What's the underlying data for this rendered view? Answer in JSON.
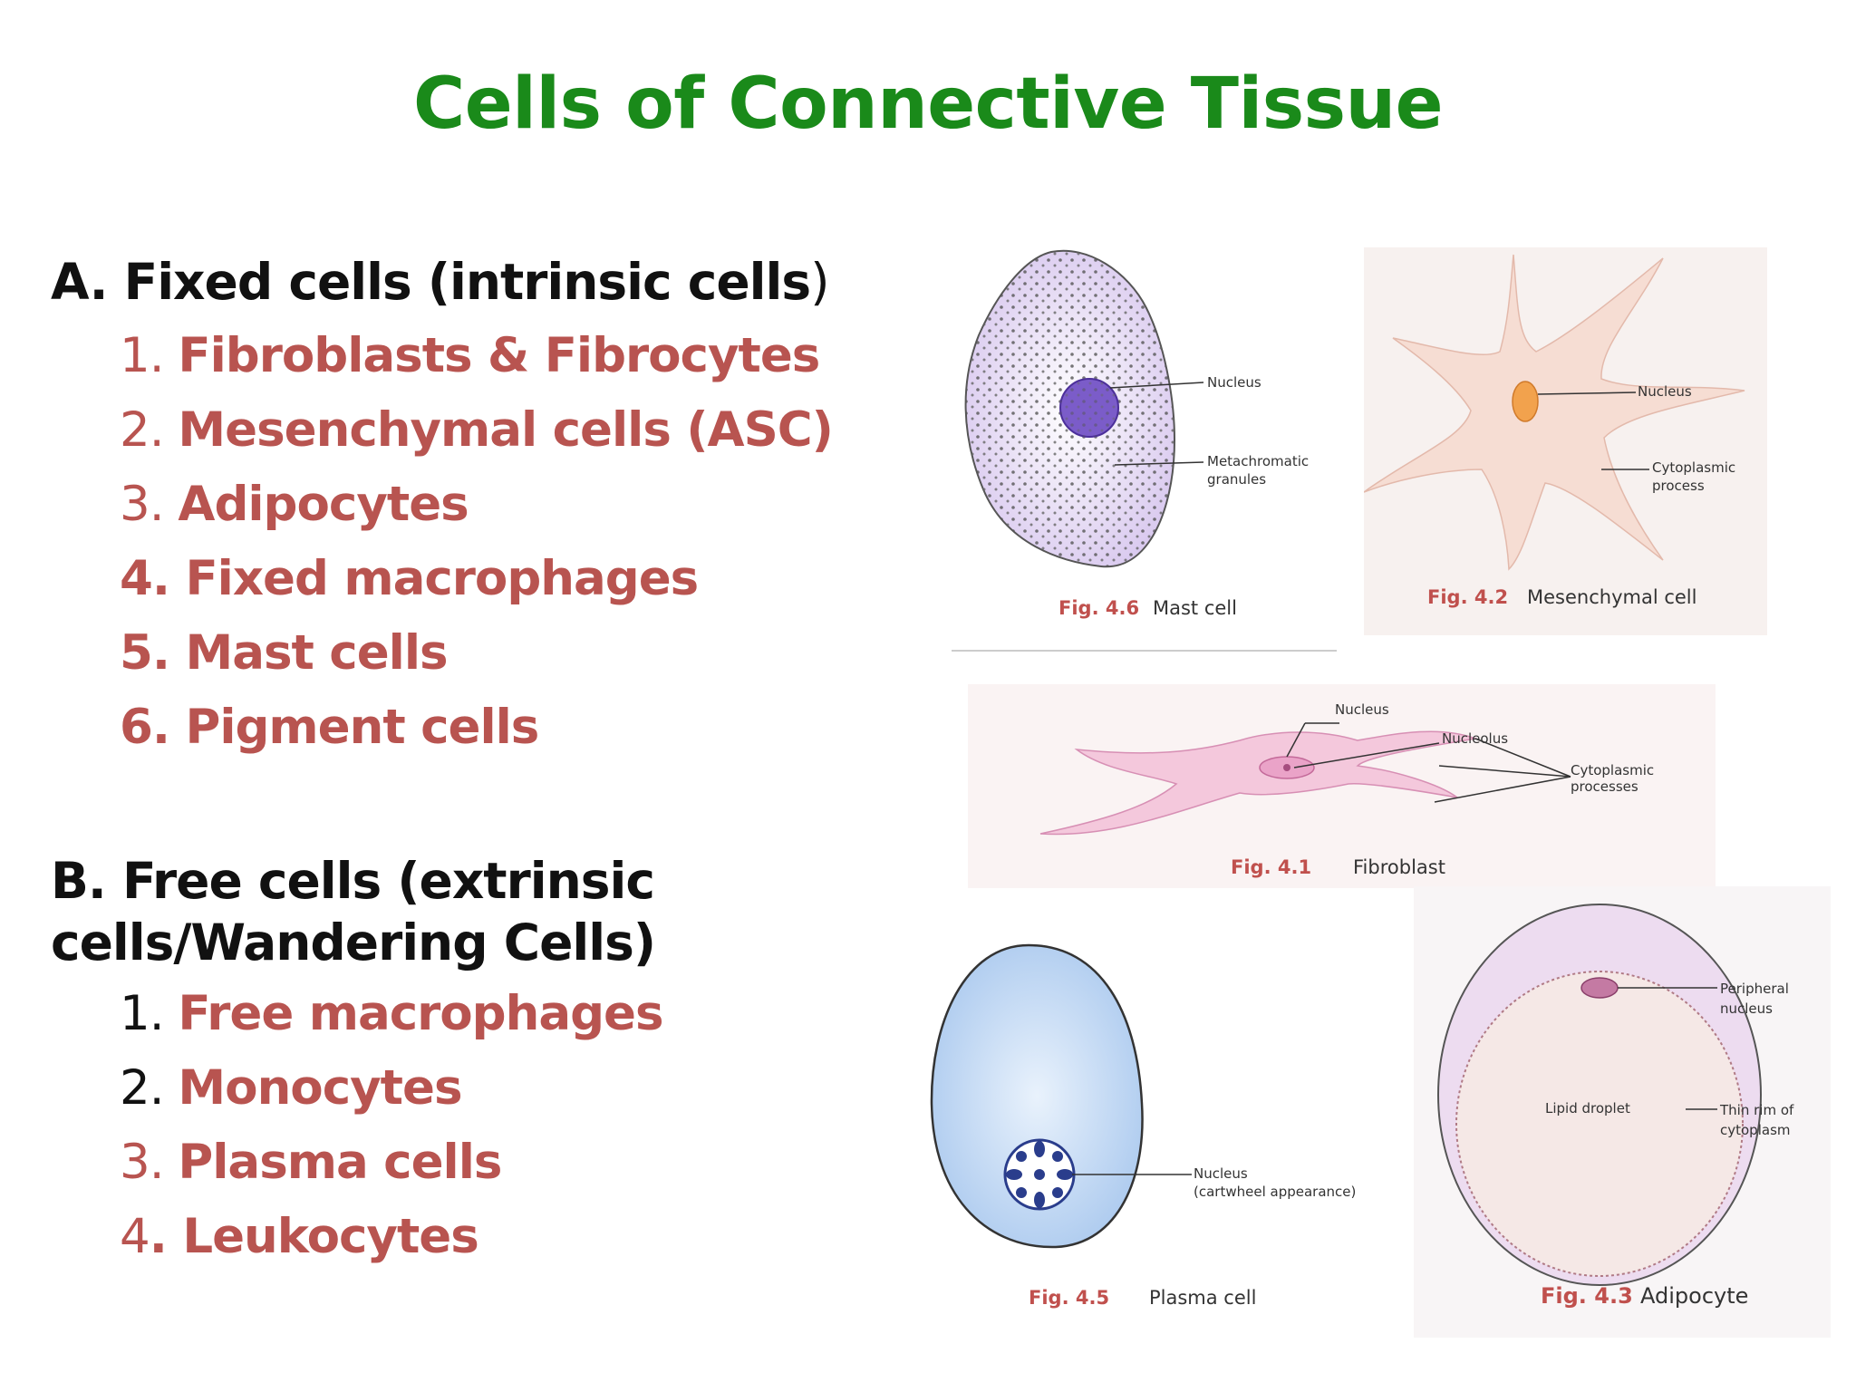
{
  "title": "Cells of Connective Tissue",
  "section_a": {
    "heading": "A. Fixed cells (intrinsic cells",
    "heading_close": ")",
    "items": [
      {
        "num": "1. ",
        "label": "Fibroblasts & Fibrocytes"
      },
      {
        "num": "2. ",
        "label": "Mesenchymal cells (ASC)"
      },
      {
        "num": "3. ",
        "label": "Adipocytes"
      },
      {
        "num": "4. ",
        "label": "Fixed macrophages"
      },
      {
        "num": "5. ",
        "label": "Mast cells"
      },
      {
        "num": "6. ",
        "label": "Pigment cells"
      }
    ]
  },
  "section_b": {
    "heading_line1": "B. Free cells (extrinsic",
    "heading_line2": "cells/Wandering Cells)",
    "items": [
      {
        "num": "1. ",
        "label": "Free macrophages"
      },
      {
        "num": "2. ",
        "label": "Monocytes"
      },
      {
        "num": "3. ",
        "label": "Plasma cells"
      },
      {
        "num": "4",
        "label": ". Leukocytes"
      }
    ]
  },
  "figures": {
    "mast": {
      "fig": "Fig. 4.6",
      "name": "Mast cell",
      "labels": [
        "Nucleus",
        "Metachromatic",
        "granules"
      ]
    },
    "mesenchymal": {
      "fig": "Fig. 4.2",
      "name": "Mesenchymal cell",
      "labels": [
        "Nucleus",
        "Cytoplasmic",
        "process"
      ]
    },
    "fibroblast": {
      "fig": "Fig. 4.1",
      "name": "Fibroblast",
      "labels": [
        "Nucleus",
        "Nucleolus",
        "Cytoplasmic",
        "processes"
      ]
    },
    "plasma": {
      "fig": "Fig. 4.5",
      "name": "Plasma cell",
      "labels": [
        "Nucleus",
        "(cartwheel appearance)"
      ]
    },
    "adipocyte": {
      "fig": "Fig. 4.3",
      "name": "Adipocyte",
      "labels": [
        "Peripheral",
        "nucleus",
        "Lipid droplet",
        "Thin rim of",
        "cytoplasm"
      ]
    }
  },
  "colors": {
    "title": "#1a8a1a",
    "item": "#b85450",
    "heading": "#111111",
    "fig_caption": "#c0504d"
  }
}
